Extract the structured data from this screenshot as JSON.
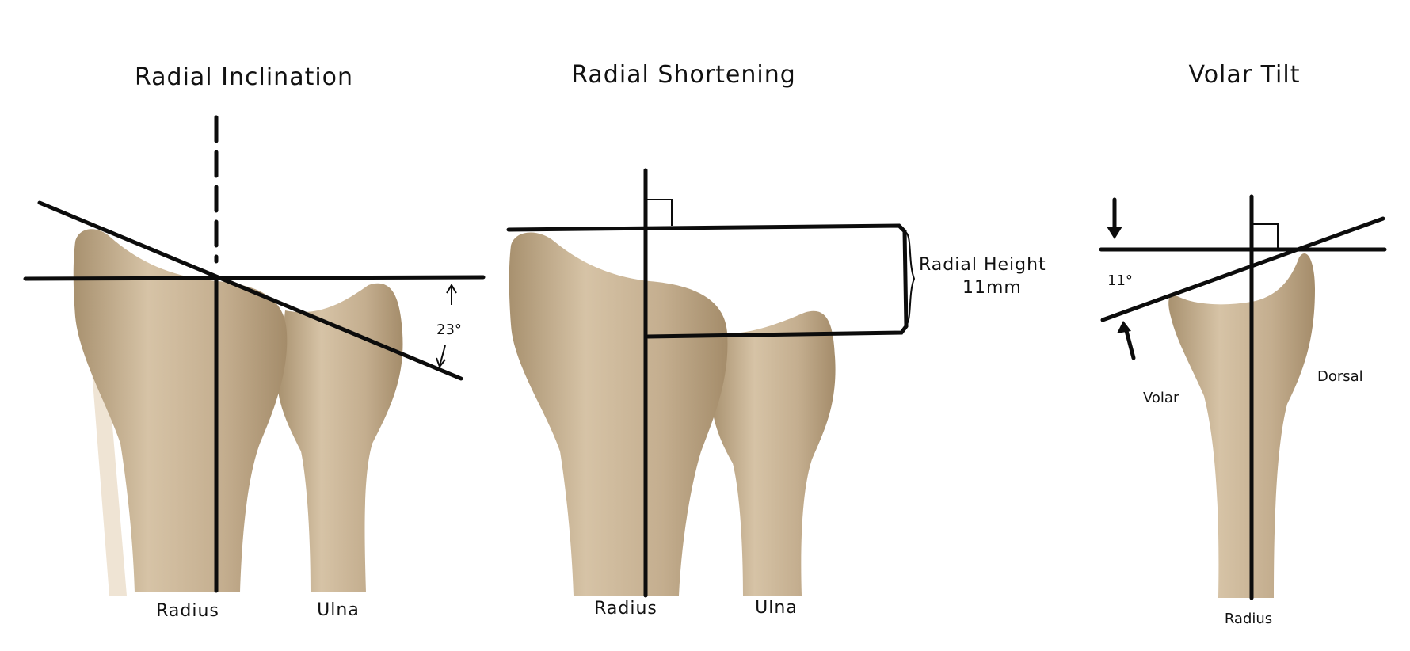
{
  "panels": [
    {
      "title": "Radial Inclination",
      "bones": [
        "Radius",
        "Ulna"
      ],
      "angle_label": "23°"
    },
    {
      "title": "Radial Shortening",
      "bones": [
        "Radius",
        "Ulna"
      ],
      "measure_label": "Radial Height",
      "measure_value": "11mm"
    },
    {
      "title": "Volar Tilt",
      "bones": [
        "Radius"
      ],
      "angle_label": "11°",
      "side_left": "Volar",
      "side_right": "Dorsal"
    }
  ],
  "colors": {
    "bone": "#c4ae8f",
    "bone_highlight": "#dccbb0",
    "bone_shadow": "#a8916f",
    "line": "#0c0c0c"
  }
}
